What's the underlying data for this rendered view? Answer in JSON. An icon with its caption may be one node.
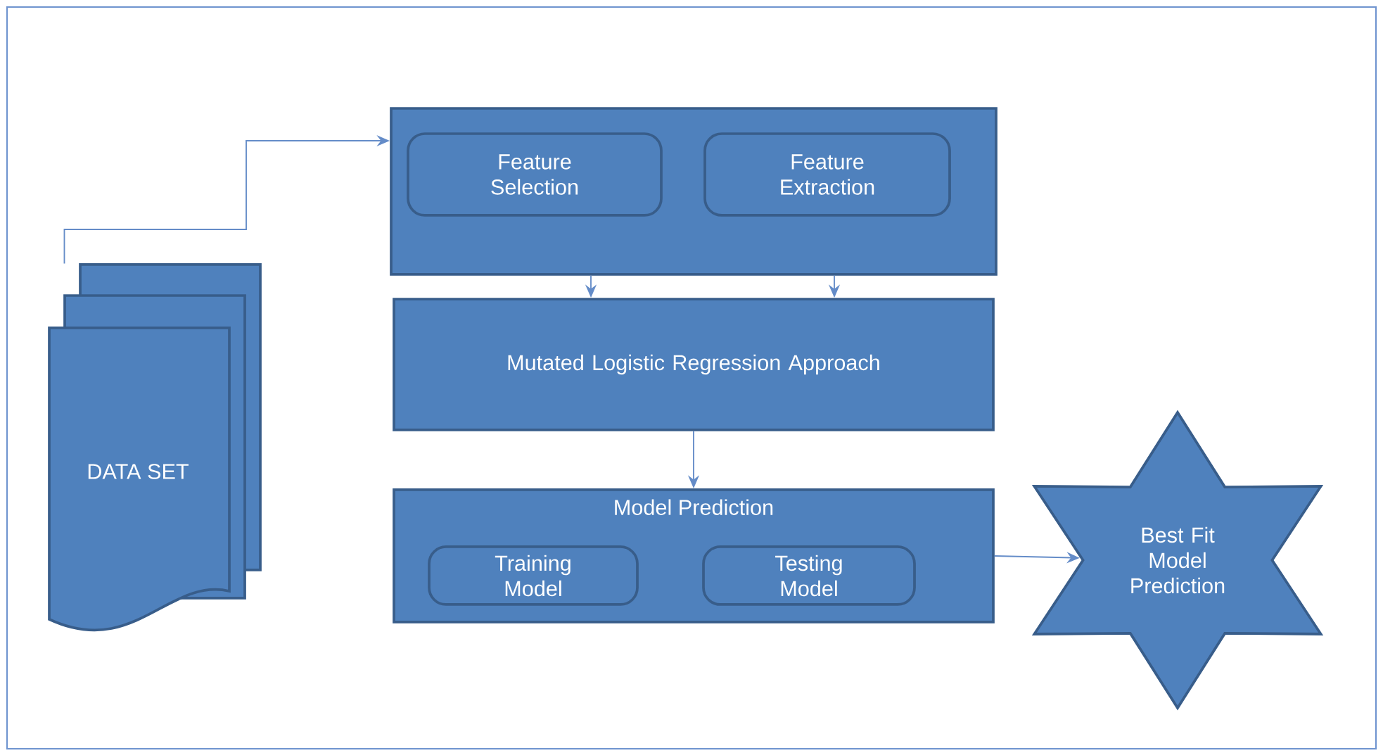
{
  "diagram": {
    "nodes": [
      {
        "text": [
          "DATA SET"
        ]
      },
      {
        "text": [],
        "shape": "box"
      },
      {
        "text": [
          "Feature Selection"
        ],
        "in": 1
      },
      {
        "text": [
          "Feature Extraction"
        ],
        "in": 1
      },
      {
        "text": [
          "Mutated Logistic Regression Approach"
        ]
      },
      {
        "text": [
          "Model Prediction"
        ]
      },
      {
        "text": [
          "Training Model"
        ],
        "in": 5
      },
      {
        "text": [
          "Testing Model"
        ],
        "in": 5
      },
      {
        "text": [
          "Best Fit Model Prediction"
        ]
      }
    ],
    "edges": [
      {
        "from": 0,
        "to": 1,
        "arrow": "to"
      },
      {
        "from": 1,
        "to": 4,
        "arrow": "to"
      },
      {
        "from": 1,
        "to": 4,
        "arrow": "to"
      },
      {
        "from": 4,
        "to": 5,
        "arrow": "to"
      },
      {
        "from": 5,
        "to": 8,
        "arrow": "to"
      }
    ]
  }
}
